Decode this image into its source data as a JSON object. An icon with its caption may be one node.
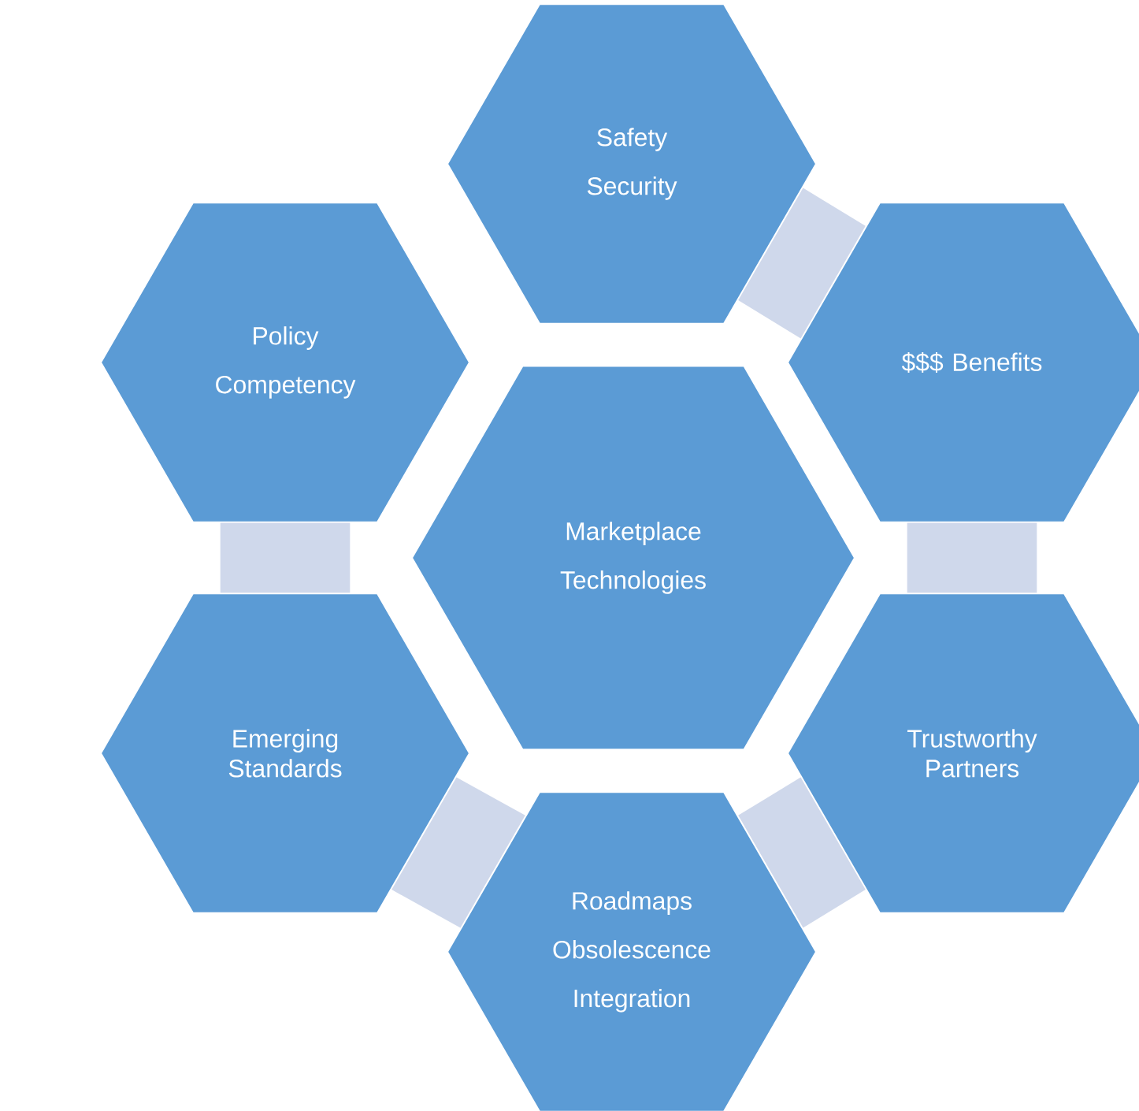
{
  "diagram": {
    "nodes": [
      {
        "text": [
          "Safety",
          "Security"
        ]
      },
      {
        "text": [
          "Policy",
          "Competency"
        ]
      },
      {
        "text": [
          "$$$ Benefits"
        ]
      },
      {
        "text": [
          "Marketplace",
          "Technologies"
        ]
      },
      {
        "text": [
          "Emerging Standards"
        ]
      },
      {
        "text": [
          "Trustworthy Partners"
        ]
      },
      {
        "text": [
          "Roadmaps",
          "Obsolescence",
          "Integration"
        ]
      }
    ],
    "edges": [
      {
        "from": 0,
        "to": 2,
        "arrow": "none"
      },
      {
        "from": 2,
        "to": 5,
        "arrow": "none"
      },
      {
        "from": 5,
        "to": 6,
        "arrow": "none"
      },
      {
        "from": 6,
        "to": 4,
        "arrow": "none"
      },
      {
        "from": 4,
        "to": 1,
        "arrow": "none"
      }
    ]
  }
}
